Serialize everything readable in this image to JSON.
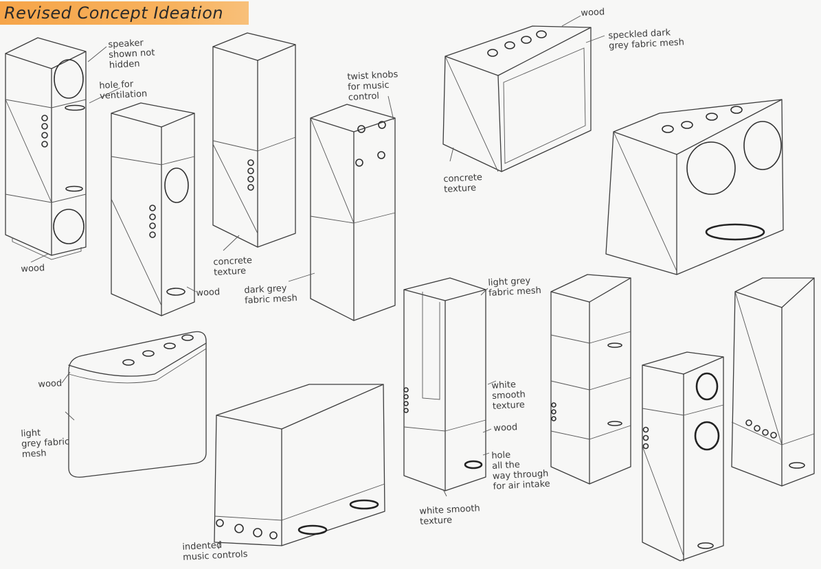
{
  "title": "Revised Concept Ideation",
  "annotations": {
    "speaker_shown": "speaker\nshown not\nhidden",
    "hole_ventilation": "hole for\nventilation",
    "wood_1": "wood",
    "wood_2": "wood",
    "concrete_texture_1": "concrete\ntexture",
    "dark_grey_fabric": "dark grey\nfabric mesh",
    "twist_knobs": "twist knobs\nfor music\ncontrol",
    "wood_3": "wood",
    "speckled_fabric": "speckled dark\ngrey fabric mesh",
    "concrete_texture_2": "concrete\ntexture",
    "wood_4": "wood",
    "light_grey_fabric_1": "light\ngrey fabric\nmesh",
    "indented_controls": "indented\nmusic controls",
    "light_grey_fabric_2": "light grey\nfabric mesh",
    "white_smooth_1": "white\nsmooth\ntexture",
    "wood_5": "wood",
    "hole_air_intake": "hole\nall the\nway through\nfor air intake",
    "white_smooth_2": "white smooth\ntexture"
  }
}
